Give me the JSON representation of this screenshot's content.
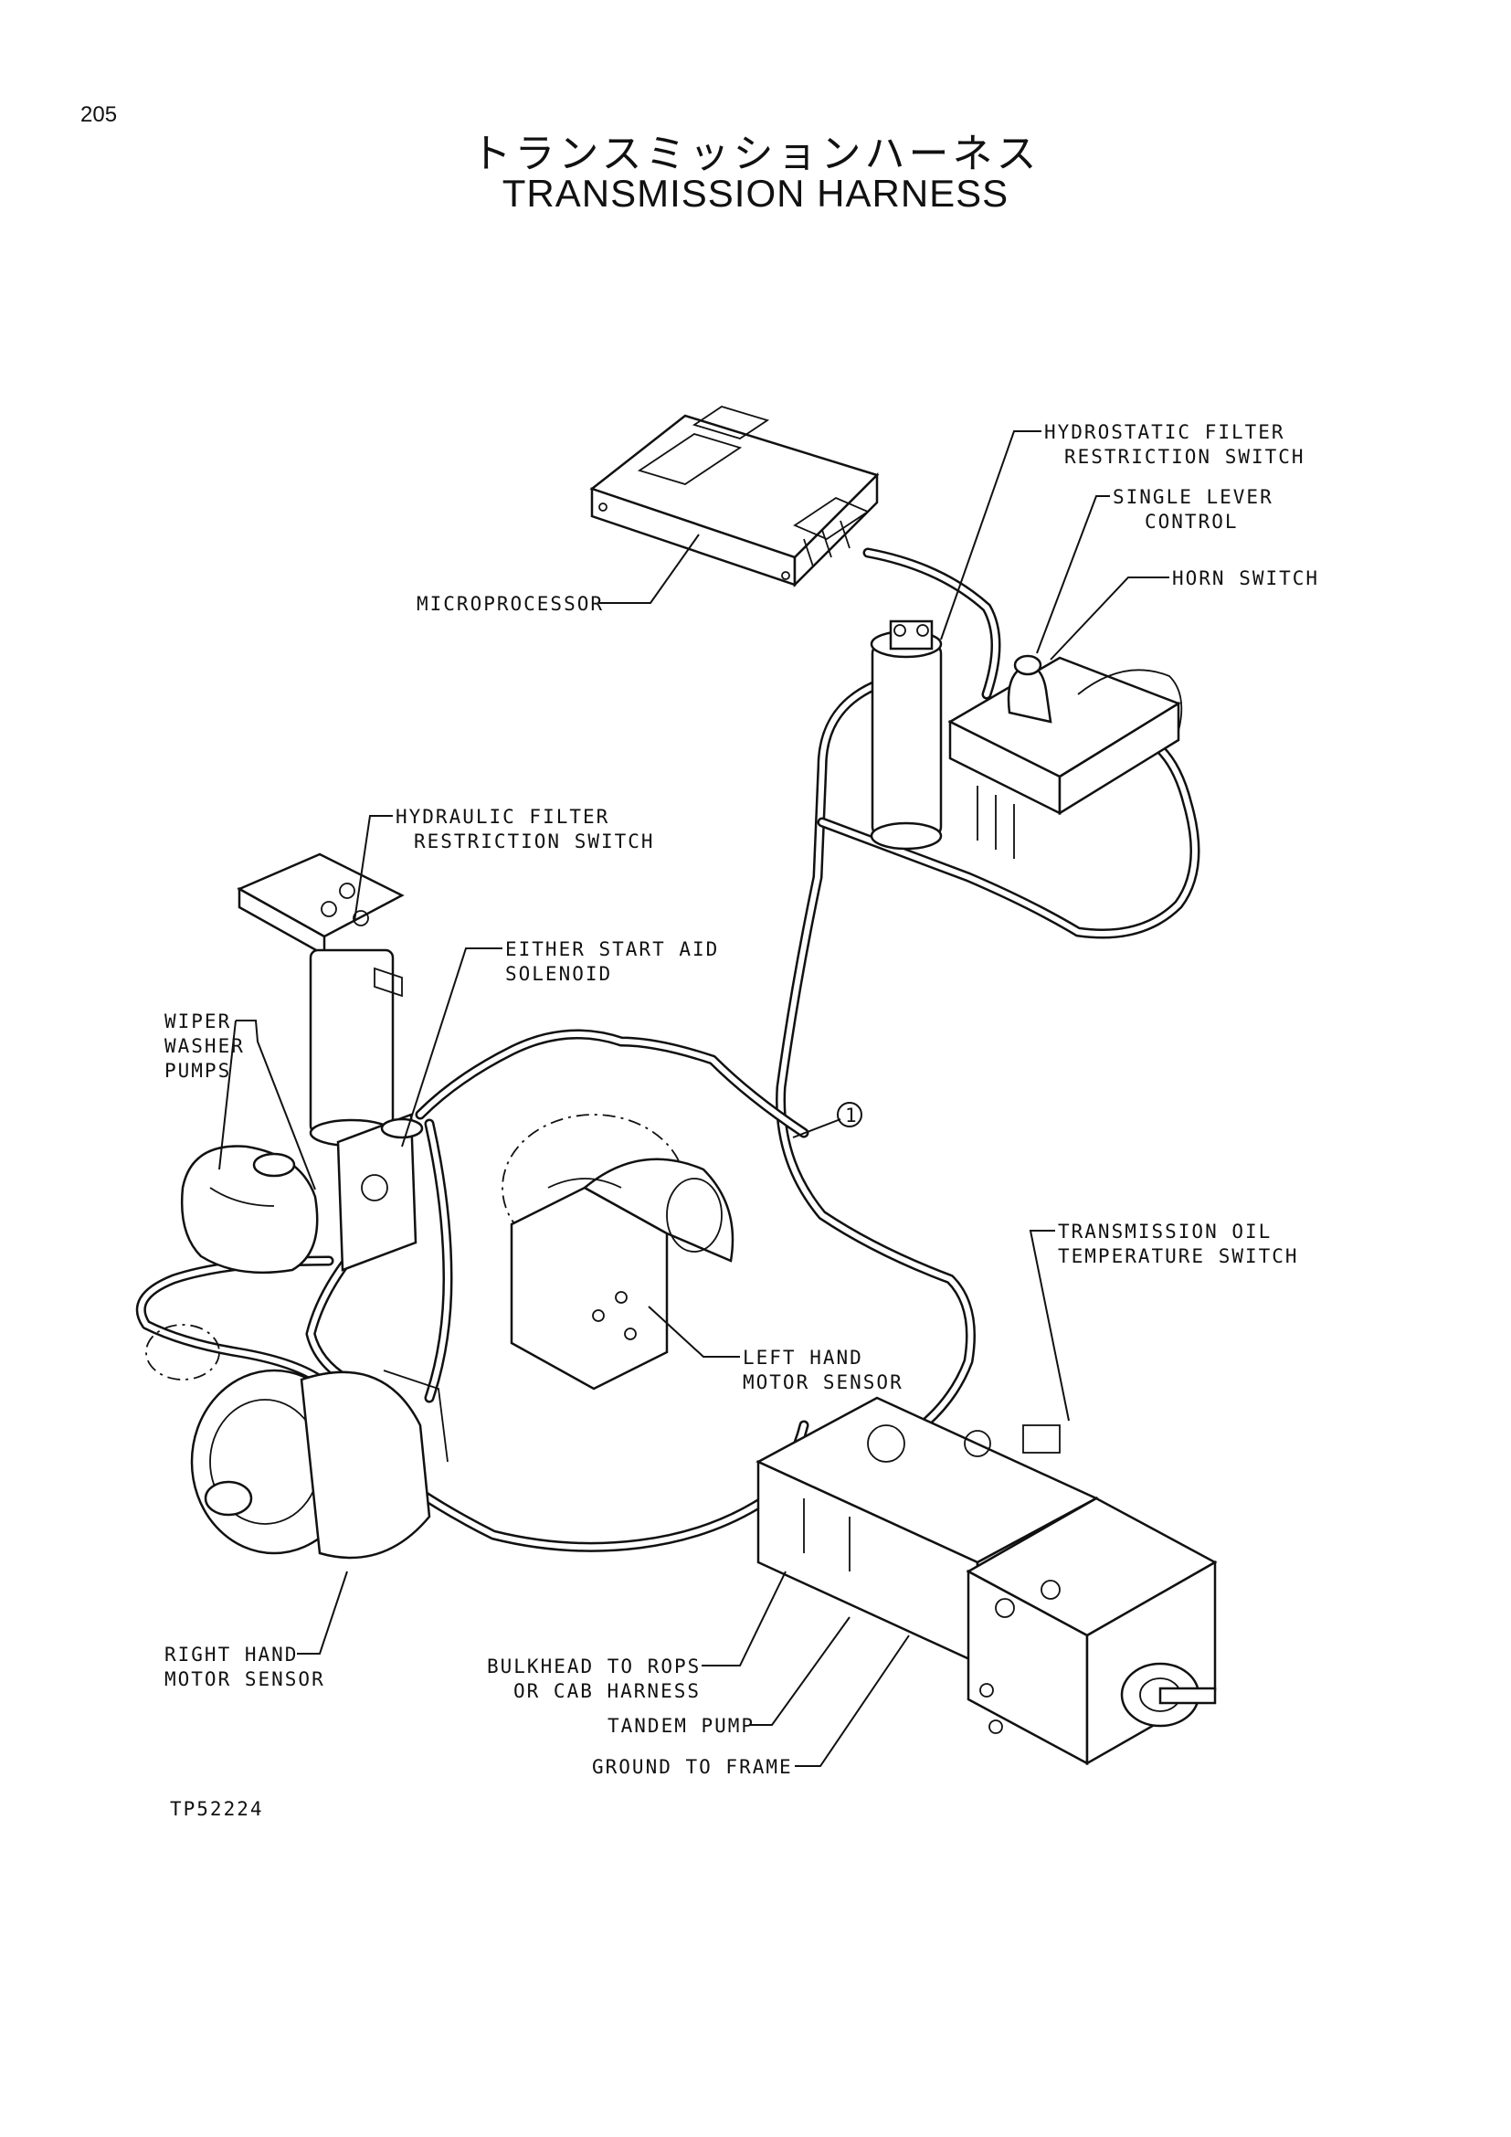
{
  "page": {
    "number": "205",
    "title_jp": "トランスミッションハーネス",
    "title_en": "TRANSMISSION HARNESS",
    "figure_code": "TP52224"
  },
  "labels": {
    "hydrostatic_filter_1": "HYDROSTATIC FILTER",
    "hydrostatic_filter_2": "RESTRICTION SWITCH",
    "single_lever_1": "SINGLE LEVER",
    "single_lever_2": "CONTROL",
    "horn_switch": "HORN SWITCH",
    "microprocessor": "MICROPROCESSOR",
    "hydraulic_filter_1": "HYDRAULIC FILTER",
    "hydraulic_filter_2": "RESTRICTION SWITCH",
    "start_aid_1": "EITHER START AID",
    "start_aid_2": "SOLENOID",
    "wiper_1": "WIPER",
    "wiper_2": "WASHER",
    "wiper_3": "PUMPS",
    "callout_1": "1",
    "trans_oil_1": "TRANSMISSION OIL",
    "trans_oil_2": "TEMPERATURE SWITCH",
    "left_motor_1": "LEFT HAND",
    "left_motor_2": "MOTOR SENSOR",
    "right_motor_1": "RIGHT HAND",
    "right_motor_2": "MOTOR SENSOR",
    "bulkhead_1": "BULKHEAD TO ROPS",
    "bulkhead_2": "OR CAB HARNESS",
    "tandem_pump": "TANDEM PUMP",
    "ground_frame": "GROUND TO FRAME"
  }
}
